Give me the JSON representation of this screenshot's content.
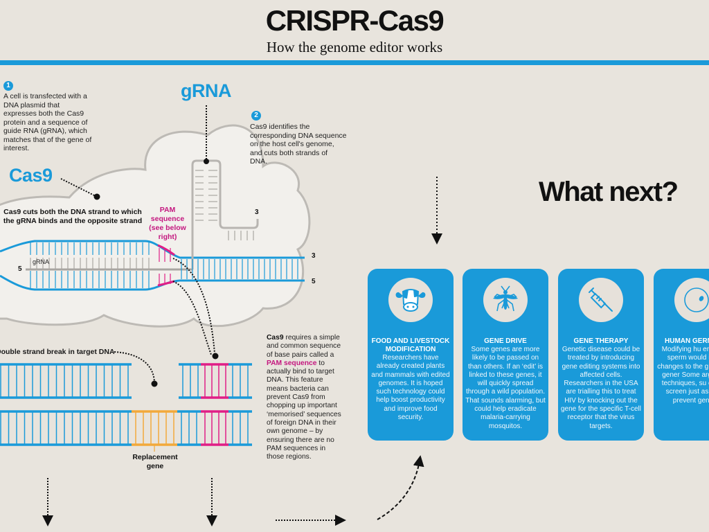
{
  "header": {
    "title": "CRISPR-Cas9",
    "subtitle": "How the genome editor works"
  },
  "steps": [
    {
      "number": "1",
      "text": "A cell is transfected with a DNA plasmid that expresses both the Cas9 protein and a sequence of guide RNA (gRNA), which matches that of the gene of interest."
    },
    {
      "number": "2",
      "text": "Cas9 identifies the corresponding DNA sequence on the host cell's genome, and cuts both strands of DNA."
    }
  ],
  "diagram": {
    "grna_label": "gRNA",
    "cas9_label": "Cas9",
    "cas9_cuts_caption": "Cas9 cuts both the DNA strand to which the gRNA binds and the opposite strand",
    "pam_caption": "PAM sequence (see below right)",
    "grna_strand_label": "gRNA",
    "end_labels": {
      "grna_start": "5",
      "grna_hairpin_end": "3",
      "dna_top_end": "3",
      "dna_bottom_end": "5"
    },
    "double_strand_break_label": "Double strand break in target DNA",
    "replacement_gene_label": "Replacement gene",
    "colors": {
      "dna": "#1a9ad9",
      "pam": "#e01e86",
      "replacement": "#f2a93b",
      "grna": "#a9a6a2",
      "cell": "#f2f0ec"
    }
  },
  "pam_paragraph": {
    "lead": "Cas9",
    "part1": " requires a simple and common sequence of base pairs called a ",
    "highlight": "PAM sequence",
    "part2": " to actually bind to target DNA. This feature means bacteria can prevent Cas9 from chopping up important ‘memorised’ sequences of foreign DNA in their own genome – by ensuring there are no PAM sequences in those regions."
  },
  "what_next": {
    "heading": "What next?",
    "cards": [
      {
        "icon": "cow-icon",
        "title": "FOOD AND LIVESTOCK MODIFICATION",
        "body": "Researchers have already created plants and mammals with edited genomes. It is hoped such technology could help boost productivity and improve food security."
      },
      {
        "icon": "mosquito-icon",
        "title": "GENE DRIVE",
        "body": "Some genes are more likely to be passed on than others. If an ‘edit’ is linked to these genes, it will quickly spread through a wild population. That sounds alarming, but could help eradicate malaria-carrying mosquitos."
      },
      {
        "icon": "syringe-icon",
        "title": "GENE THERAPY",
        "body": "Genetic disease could be treated by introducing gene editing systems into affected cells. Researchers in the USA are trialling this to treat HIV by knocking out the gene for the specific T-cell receptor that the virus targets."
      },
      {
        "icon": "egg-cell-icon",
        "title": "HUMAN GERM",
        "body": "Modifying hu embryos, sperm would introu changes to the g of future gener Some argue tha techniques, su embryo screen just as effect prevent genetic"
      }
    ]
  }
}
